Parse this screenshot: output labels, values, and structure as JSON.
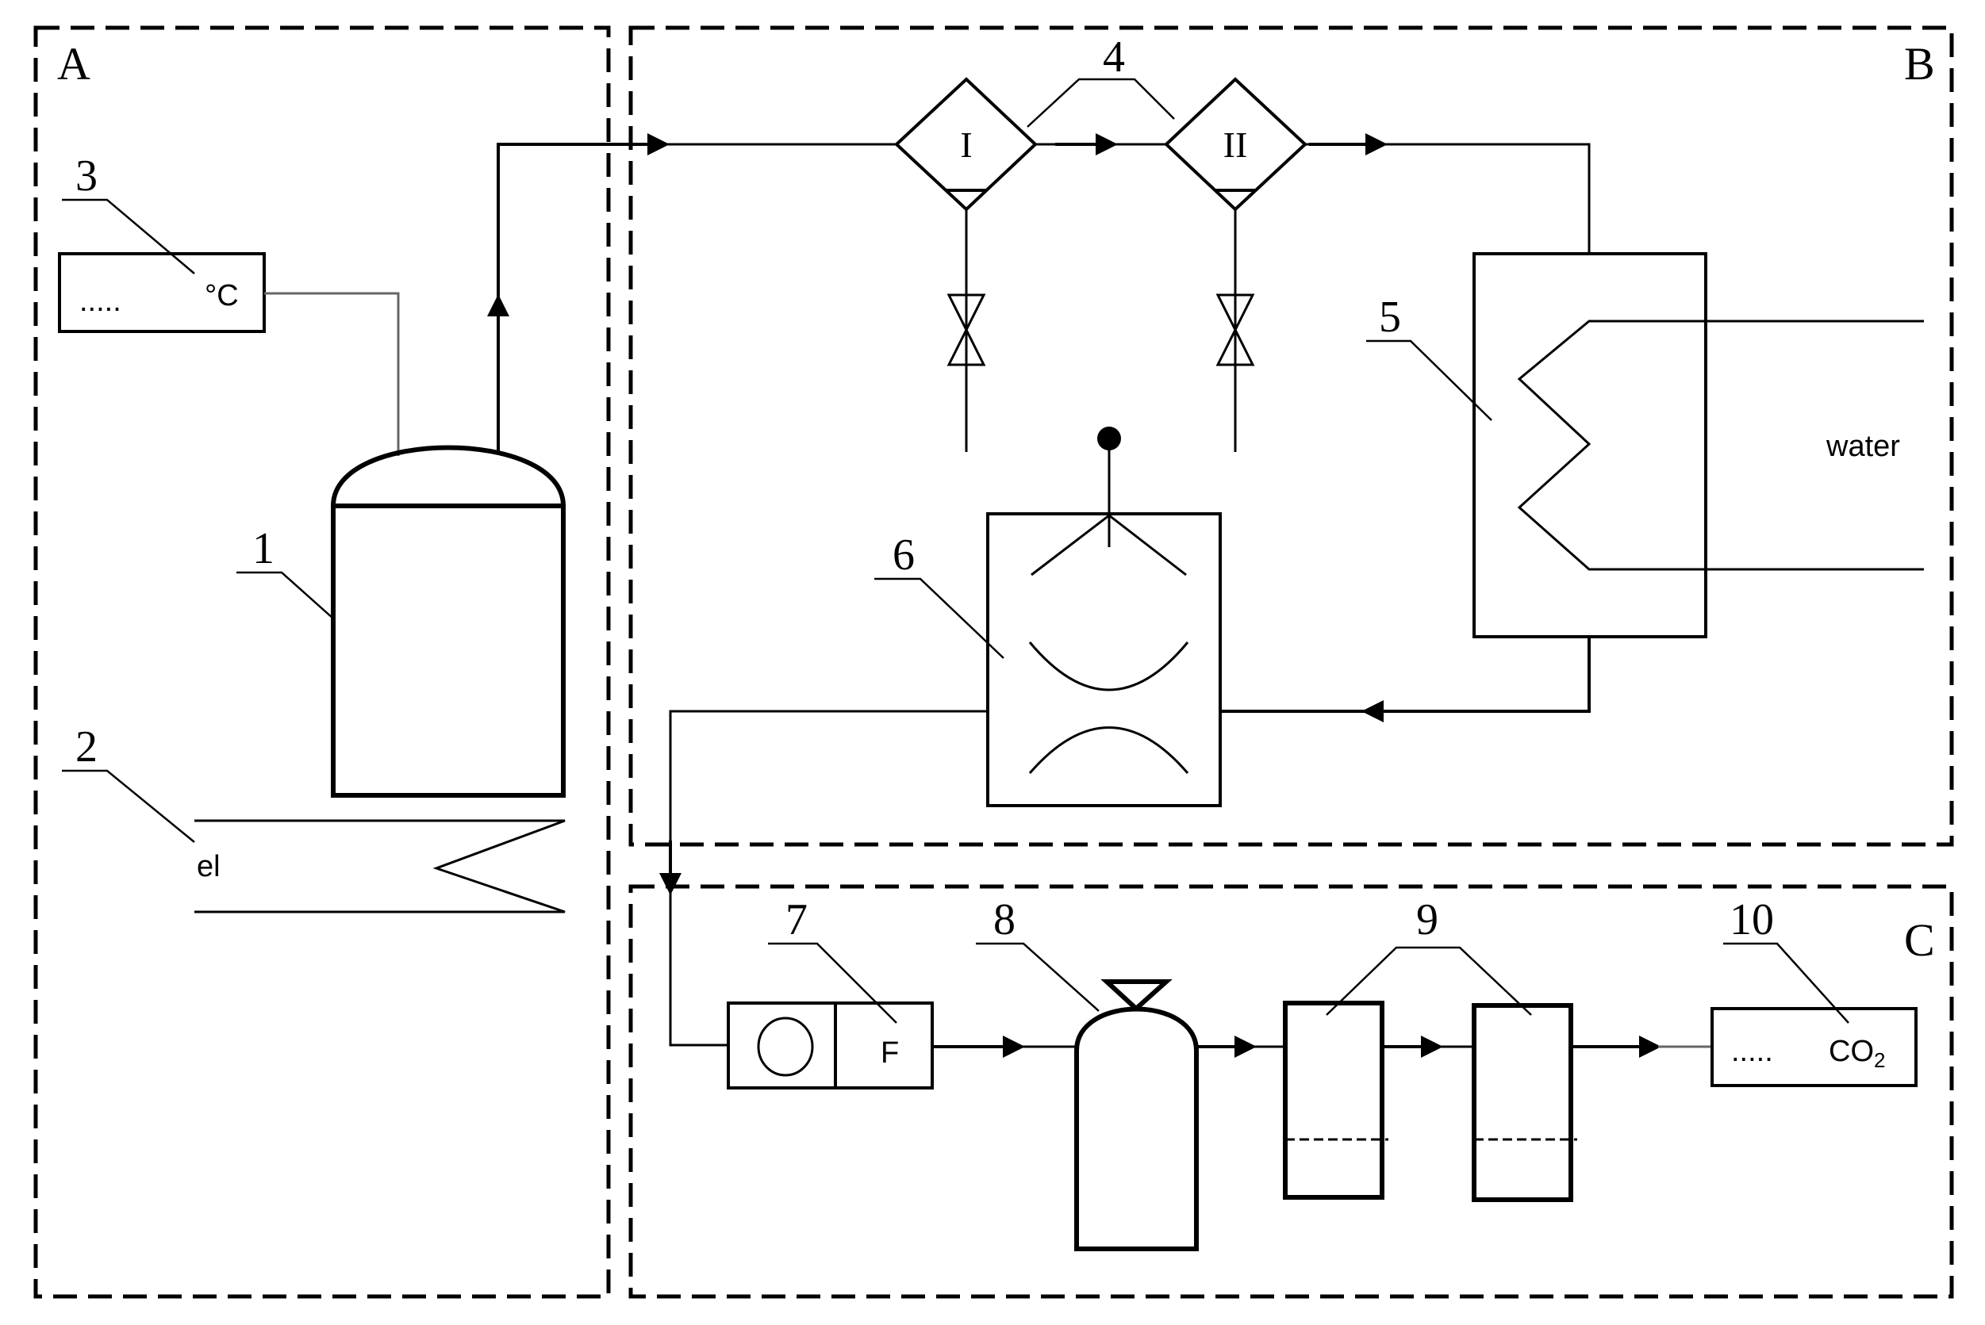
{
  "sections": [
    "A",
    "B",
    "C"
  ],
  "component_numbers": [
    "1",
    "2",
    "3",
    "4",
    "5",
    "6",
    "7",
    "8",
    "9",
    "10"
  ],
  "labels": {
    "thermometer_dots": ".....",
    "thermometer_unit": "°C",
    "heater": "el",
    "trap_1": "I",
    "trap_2": "II",
    "cooling": "water",
    "flowmeter": "F",
    "analyzer_dots": ".....",
    "analyzer_gas_main": "CO",
    "analyzer_gas_sub": "2"
  },
  "colors": {
    "reactor_fill": "#0a7a0a",
    "trap_fill": "#3a6fc2"
  }
}
